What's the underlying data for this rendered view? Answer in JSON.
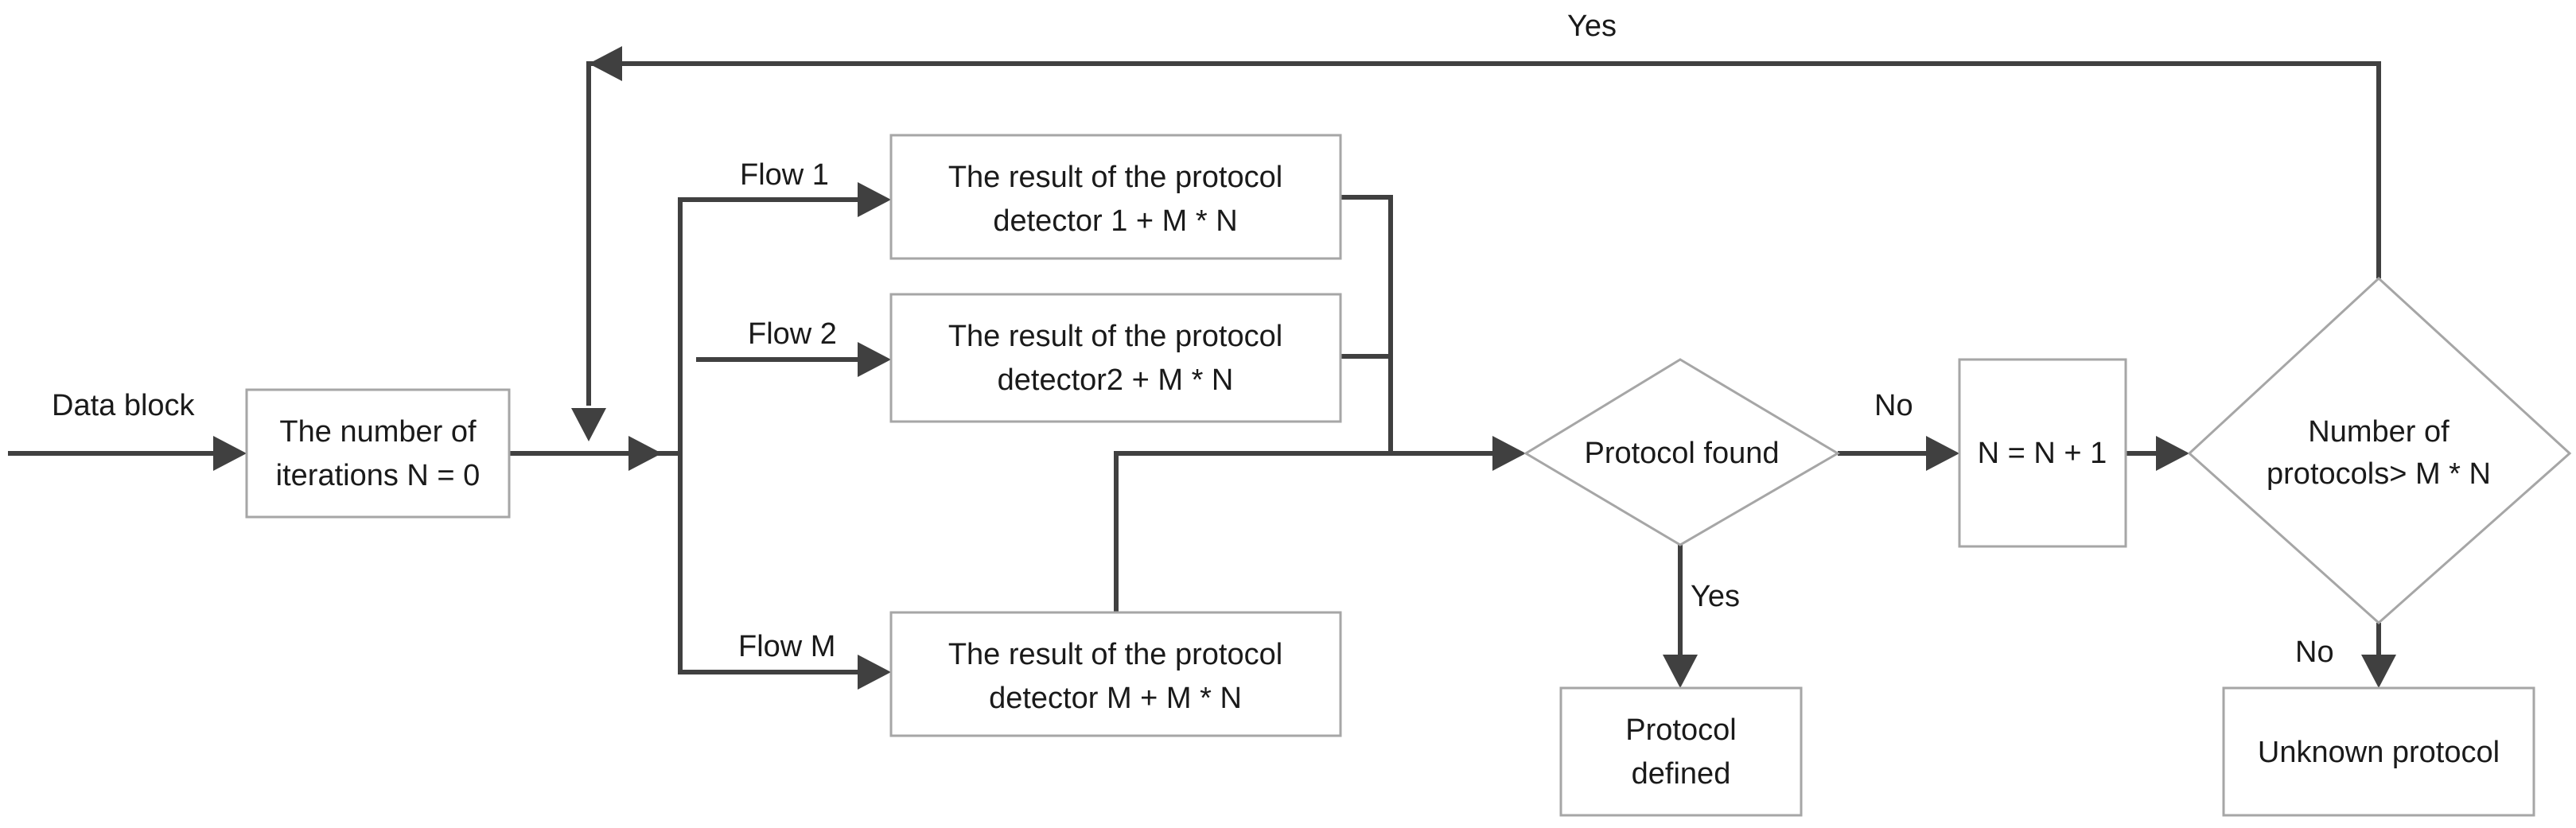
{
  "diagram": {
    "nodes": {
      "init": {
        "line1": "The number of",
        "line2": "iterations N = 0"
      },
      "detector1": {
        "line1": "The result of the protocol",
        "line2": "detector 1 + M * N"
      },
      "detector2": {
        "line1": "The result of the protocol",
        "line2": "detector2 + M * N"
      },
      "detectorM": {
        "line1": "The result of the protocol",
        "line2": "detector M + M * N"
      },
      "protocol_found": {
        "line1": "Protocol found"
      },
      "increment": {
        "line1": "N = N + 1"
      },
      "num_protocols": {
        "line1": "Number of",
        "line2": "protocols> M * N"
      },
      "protocol_defined": {
        "line1": "Protocol",
        "line2": "defined"
      },
      "unknown": {
        "line1": "Unknown protocol"
      }
    },
    "labels": {
      "data_block": "Data block",
      "flow1": "Flow 1",
      "flow2": "Flow 2",
      "flowM": "Flow M",
      "yes_top": "Yes",
      "no_found": "No",
      "yes_found": "Yes",
      "no_count": "No"
    }
  }
}
